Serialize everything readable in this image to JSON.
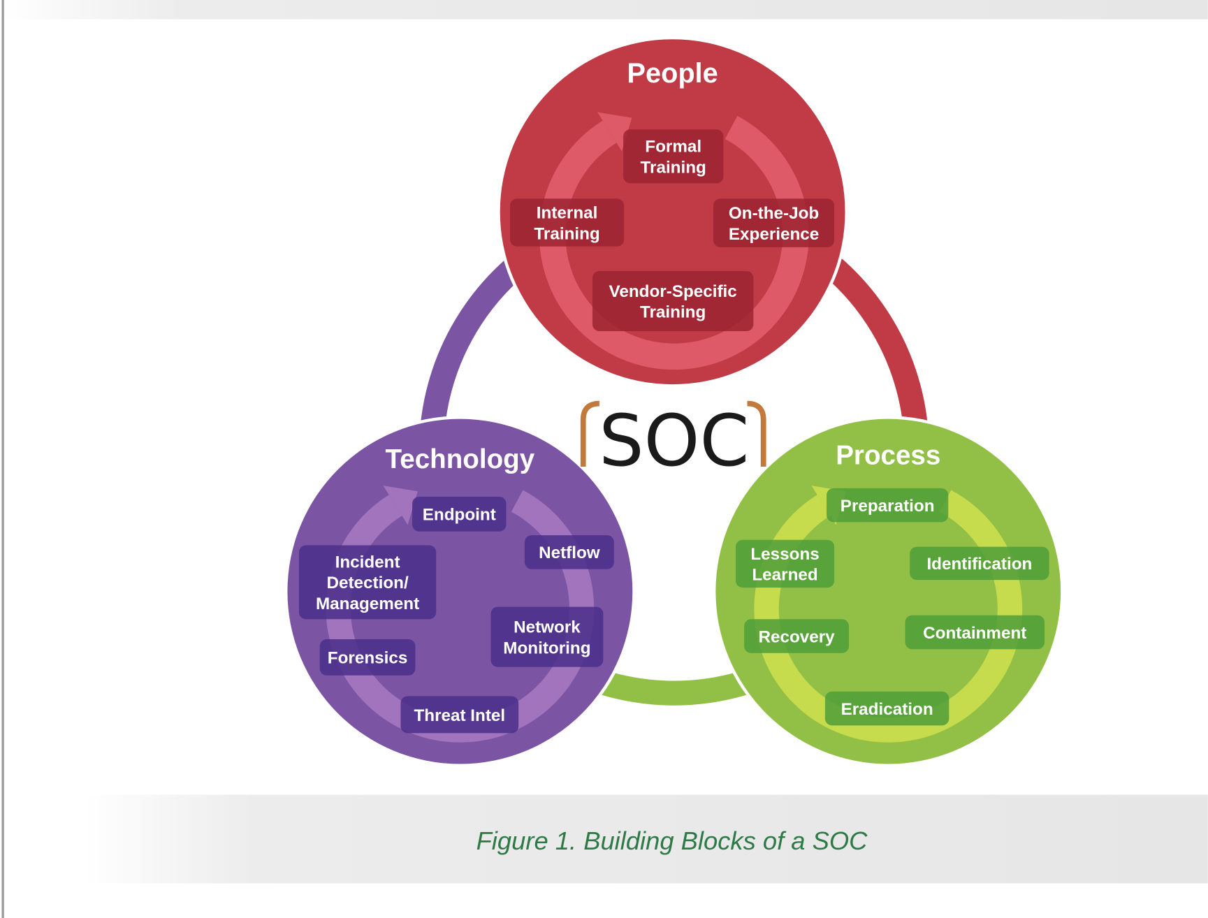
{
  "center_label": "SOC",
  "caption": "Figure 1. Building Blocks of a SOC",
  "colors": {
    "people": "#c03b45",
    "technology": "#7b54a3",
    "process": "#92c046",
    "bracket": "#c27a3c",
    "caption": "#2d7a47"
  },
  "people": {
    "title": "People",
    "items": [
      {
        "lines": [
          "Formal",
          "Training"
        ]
      },
      {
        "lines": [
          "Internal",
          "Training"
        ]
      },
      {
        "lines": [
          "On-the-Job",
          "Experience"
        ]
      },
      {
        "lines": [
          "Vendor-Specific",
          "Training"
        ]
      }
    ]
  },
  "technology": {
    "title": "Technology",
    "items": [
      {
        "lines": [
          "Endpoint"
        ]
      },
      {
        "lines": [
          "Netflow"
        ]
      },
      {
        "lines": [
          "Incident",
          "Detection/",
          "Management"
        ]
      },
      {
        "lines": [
          "Network",
          "Monitoring"
        ]
      },
      {
        "lines": [
          "Forensics"
        ]
      },
      {
        "lines": [
          "Threat Intel"
        ]
      }
    ]
  },
  "process": {
    "title": "Process",
    "items": [
      {
        "lines": [
          "Preparation"
        ]
      },
      {
        "lines": [
          "Lessons",
          "Learned"
        ]
      },
      {
        "lines": [
          "Identification"
        ]
      },
      {
        "lines": [
          "Recovery"
        ]
      },
      {
        "lines": [
          "Containment"
        ]
      },
      {
        "lines": [
          "Eradication"
        ]
      }
    ]
  }
}
